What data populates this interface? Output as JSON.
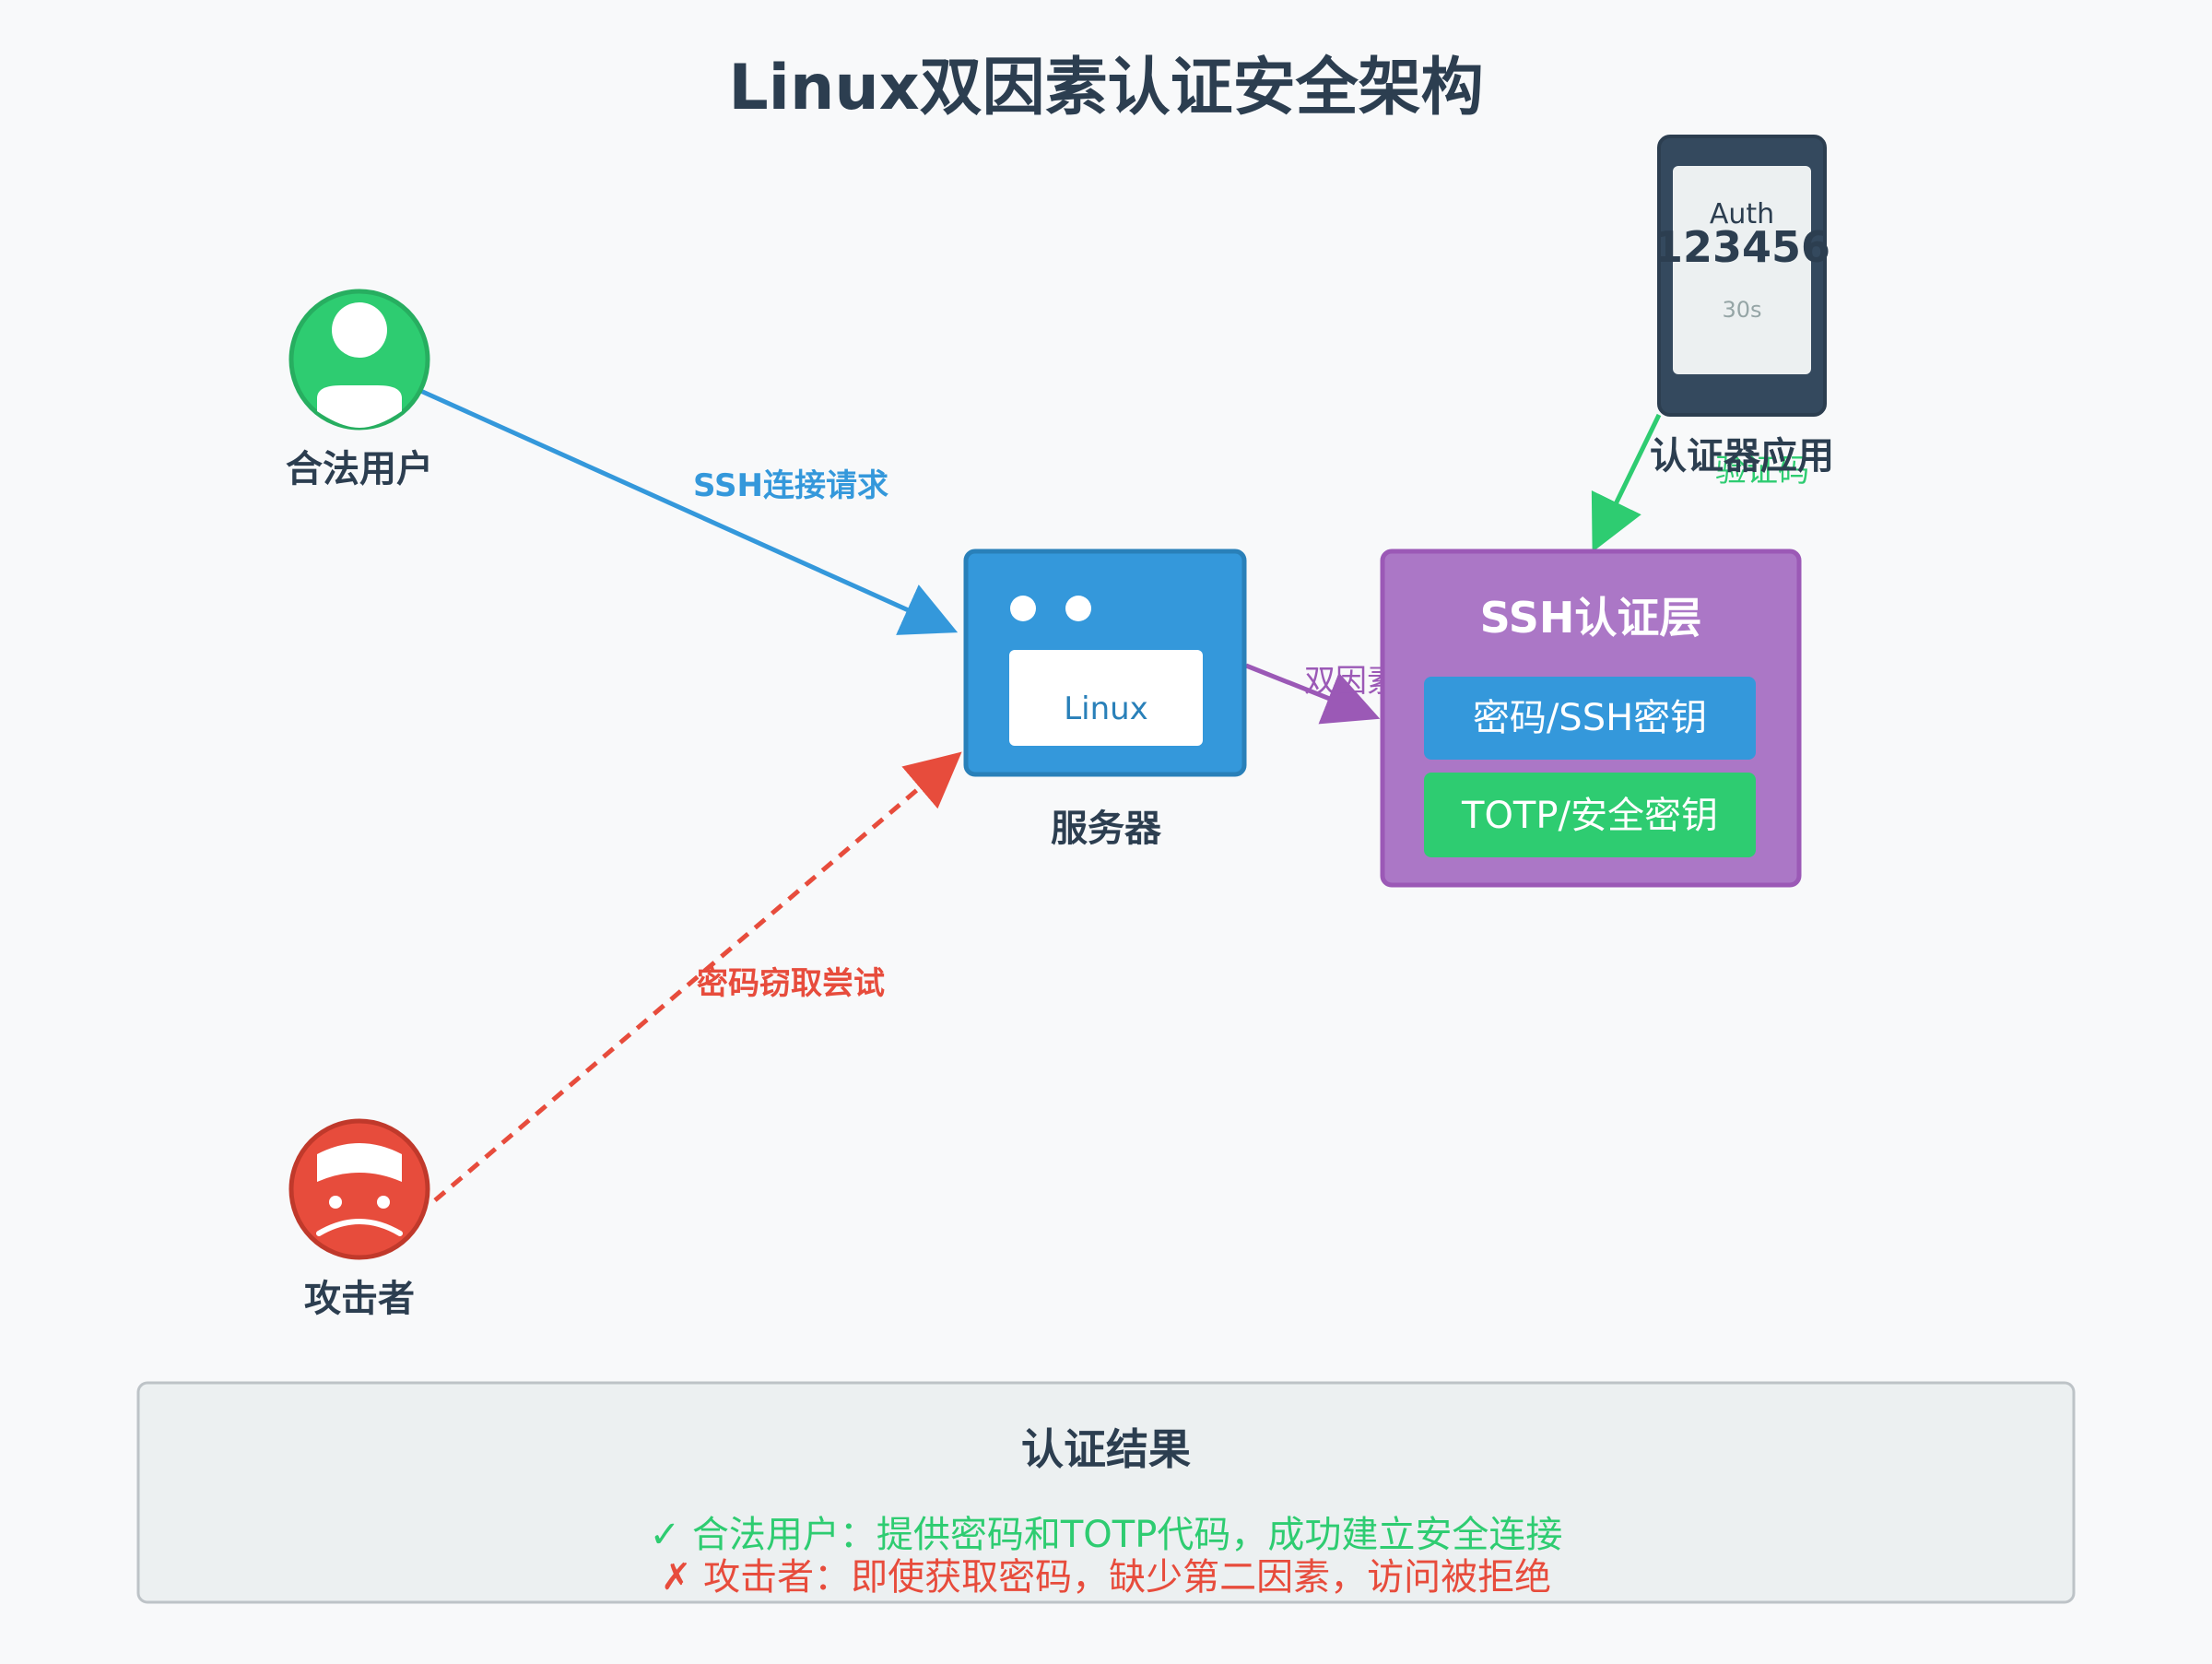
{
  "title": "Linux双因素认证安全架构",
  "colors": {
    "background": "#f8f9fa",
    "text_dark": "#2c3e50",
    "green": "#2ecc71",
    "blue": "#3498db",
    "red": "#e74c3c",
    "purple": "#9b59b6",
    "purple_box": "#ab77c6",
    "phone_body": "#34495e",
    "phone_screen": "#ecf0f1",
    "result_box": "#ecf0f1"
  },
  "nodes": {
    "legit_user": {
      "label": "合法用户",
      "icon": "user-icon"
    },
    "attacker": {
      "label": "攻击者",
      "icon": "attacker-icon"
    },
    "server": {
      "label": "服务器",
      "screen_text": "Linux",
      "icon": "server-icon"
    },
    "authenticator": {
      "label": "认证器应用",
      "app_name": "Auth",
      "code": "123456",
      "timer": "30s",
      "icon": "phone-icon"
    },
    "ssh_layer": {
      "title": "SSH认证层",
      "factor1": "密码/SSH密钥",
      "factor2": "TOTP/安全密钥"
    }
  },
  "edges": {
    "ssh_request": "SSH连接请求",
    "password_theft": "密码窃取尝试",
    "two_factor": "双因素认证",
    "verify_code": "验证码"
  },
  "result": {
    "title": "认证结果",
    "success": "✓ 合法用户：提供密码和TOTP代码，成功建立安全连接",
    "failure": "✗ 攻击者：即使获取密码，缺少第二因素，访问被拒绝"
  }
}
